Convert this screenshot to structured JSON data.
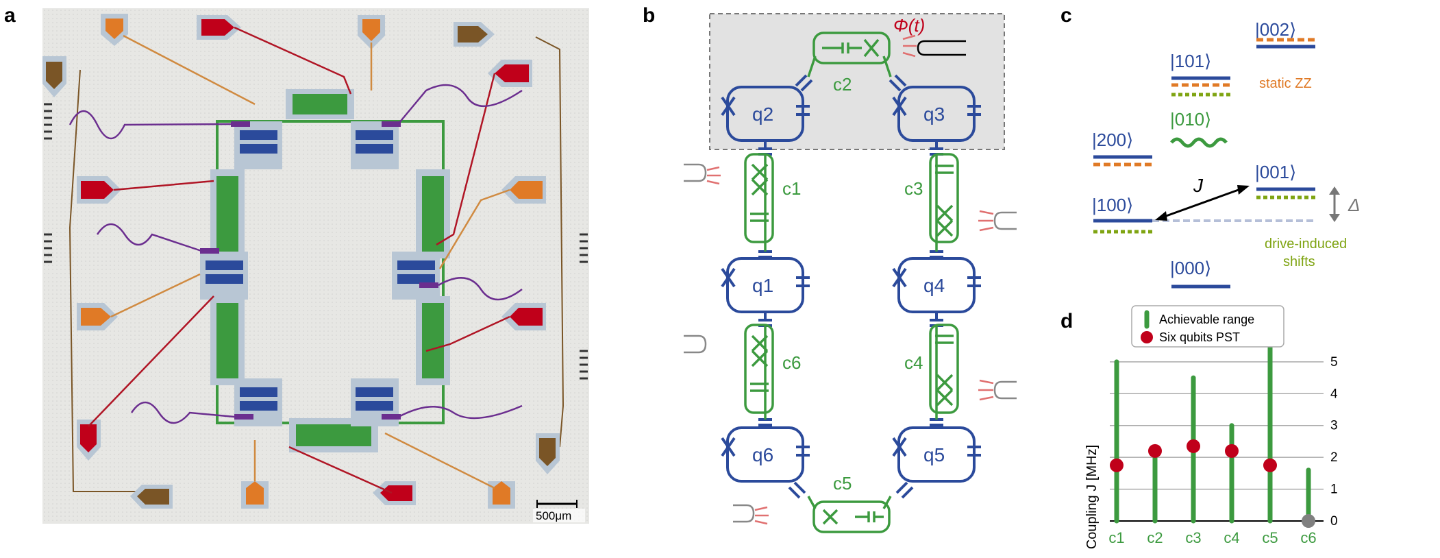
{
  "panels": {
    "a": {
      "label": "a",
      "scalebar": "500μm"
    },
    "b": {
      "label": "b",
      "phi": "Φ(t)",
      "qubits": [
        "q2",
        "q3",
        "q1",
        "q4",
        "q6",
        "q5"
      ],
      "couplers": [
        "c2",
        "c1",
        "c3",
        "c6",
        "c4",
        "c5"
      ]
    },
    "c": {
      "label": "c",
      "levels": [
        "|002⟩",
        "|101⟩",
        "|010⟩",
        "|200⟩",
        "|001⟩",
        "|100⟩",
        "|000⟩"
      ],
      "static_zz": "static ZZ",
      "coupling_J": "J",
      "delta": "Δ",
      "drive_shifts_1": "drive-induced",
      "drive_shifts_2": "shifts"
    },
    "d": {
      "label": "d",
      "ylabel": "Coupling  J [MHz]",
      "legend_range": "Achievable range",
      "legend_pst": "Six qubits PST"
    }
  },
  "colors": {
    "qubit": "#2b4a9b",
    "coupler": "#3c9a3f",
    "red": "#c0001a",
    "orange": "#e07a26",
    "olive": "#7fa412",
    "gray": "#808080"
  },
  "chart_data": {
    "type": "bar",
    "categories": [
      "c1",
      "c2",
      "c3",
      "c4",
      "c5",
      "c6"
    ],
    "series": [
      {
        "name": "Achievable range",
        "values": [
          5.0,
          2.1,
          4.5,
          3.0,
          5.6,
          1.6
        ]
      },
      {
        "name": "Six qubits PST",
        "values": [
          1.75,
          2.2,
          2.35,
          2.2,
          1.75,
          0.0
        ]
      }
    ],
    "ylabel": "Coupling  J [MHz]",
    "yticks": [
      0,
      1,
      2,
      3,
      4,
      5
    ],
    "ylim": [
      0,
      5.6
    ],
    "grid": true,
    "legend": "top-left"
  }
}
